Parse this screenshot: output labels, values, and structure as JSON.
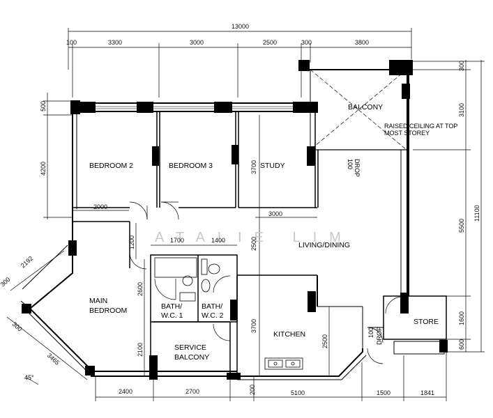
{
  "rooms": {
    "bedroom2": "BEDROOM 2",
    "bedroom3": "BEDROOM 3",
    "study": "STUDY",
    "balcony": "BALCONY",
    "ceiling_note_1": "RAISED CEILING AT TOP",
    "ceiling_note_2": "MOST STOREY",
    "living": "LIVING/DINING",
    "main_bedroom_1": "MAIN",
    "main_bedroom_2": "BEDROOM",
    "bath1_1": "BATH/",
    "bath1_2": "W.C. 1",
    "bath2_1": "BATH/",
    "bath2_2": "W.C. 2",
    "kitchen": "KITCHEN",
    "service_balcony_1": "SERVICE",
    "service_balcony_2": "BALCONY",
    "store": "STORE",
    "drop_1": "100",
    "drop_2": "DROP",
    "angle": "45°"
  },
  "watermark": "ATALIE LIM",
  "dimensions": {
    "overall_top": "13000",
    "top_segments": [
      "100",
      "3300",
      "3000",
      "2500",
      "300",
      "3800"
    ],
    "left_500": "500",
    "left_4200": "4200",
    "bedroom2_width": "2000",
    "study_height": "3700",
    "study_width": "3000",
    "corridor_1200": "1200",
    "bath_1700": "1700",
    "bath_1400": "1400",
    "living_2500": "2500",
    "main_2600": "2600",
    "main_2100": "2100",
    "diag_2192": "2192",
    "diag_300": "300",
    "diag_3465": "3465",
    "kitchen_3700": "3700",
    "kitchen_2500": "2500",
    "right_300": "300",
    "right_3100": "3100",
    "right_5500": "5500",
    "right_11100": "11100",
    "right_1600": "1600",
    "right_600": "600",
    "bottom_segments": [
      "2400",
      "2700",
      "200",
      "5100",
      "1500",
      "1841"
    ]
  }
}
